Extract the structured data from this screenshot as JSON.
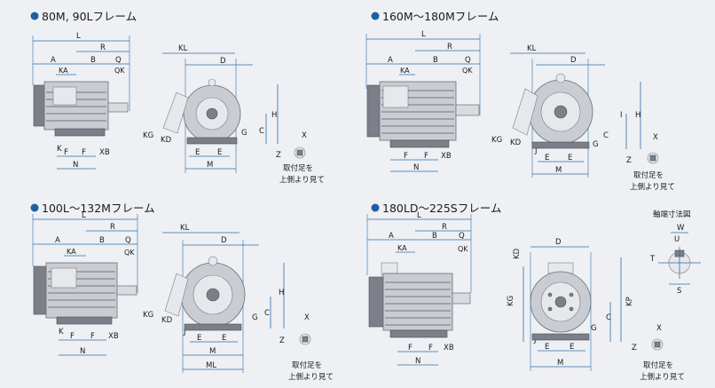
{
  "sections": {
    "s1": {
      "title": "80M, 90Lフレーム"
    },
    "s2": {
      "title": "160M～180Mフレーム"
    },
    "s3": {
      "title": "100L～132Mフレーム"
    },
    "s4": {
      "title": "180LD～225Sフレーム"
    }
  },
  "labels": {
    "L": "L",
    "R": "R",
    "A": "A",
    "B": "B",
    "Q": "Q",
    "KA": "KA",
    "QK": "QK",
    "F": "F",
    "N": "N",
    "XB": "XB",
    "KL": "KL",
    "D": "D",
    "H": "H",
    "C": "C",
    "G": "G",
    "KG": "KG",
    "KD": "KD",
    "E": "E",
    "M": "M",
    "ML": "ML",
    "X": "X",
    "Z": "Z",
    "J": "J",
    "K": "K",
    "KP": "KP",
    "W": "W",
    "U": "U",
    "T": "T",
    "S": "S"
  },
  "notes": {
    "mount_line1": "取付足を",
    "mount_line2": "上側より見て",
    "shaft_view": "軸端寸法図"
  },
  "colors": {
    "bullet": "#1e5fa3",
    "dimension": "#2b6fa8"
  }
}
